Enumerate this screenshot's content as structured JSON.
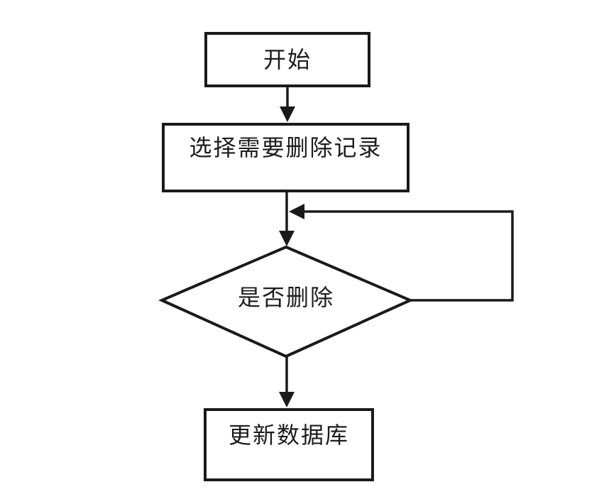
{
  "page": {
    "background_color": "#ffffff",
    "line_color": "#1a1a1a",
    "text_color": "#1c1c1c"
  },
  "flowchart": {
    "nodes": [
      {
        "id": "start",
        "type": "process",
        "label": "开始"
      },
      {
        "id": "select",
        "type": "process",
        "label": "选择需要删除记录"
      },
      {
        "id": "decision",
        "type": "decision",
        "label": "是否删除"
      },
      {
        "id": "update",
        "type": "process",
        "label": "更新数据库"
      }
    ],
    "edges": [
      {
        "from": "start",
        "to": "select",
        "style": "straight-down-arrow"
      },
      {
        "from": "select",
        "to": "decision",
        "style": "straight-down-arrow"
      },
      {
        "from": "decision",
        "to": "select-decision-connector",
        "style": "loop-back-right-up-left-arrow"
      },
      {
        "from": "decision",
        "to": "update",
        "style": "straight-down-arrow"
      }
    ]
  }
}
